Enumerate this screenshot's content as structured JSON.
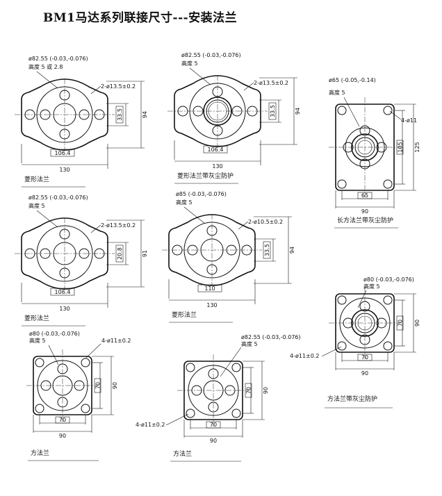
{
  "title": "BM1马达系列联接尺寸---安装法兰",
  "diagrams": [
    {
      "id": "d1",
      "type": "oval",
      "caption": "菱形法兰",
      "pilot": "ø82.55 (-0.03,-0.076)",
      "pilot_height": "高度 5 或 2.8",
      "holes": "2-ø13.5±0.2",
      "dims": [
        "33.5",
        "94",
        "106.4",
        "130"
      ]
    },
    {
      "id": "d2",
      "type": "oval",
      "caption": "菱形法兰带灰尘防护",
      "pilot": "ø82.55 (-0.03,-0.076)",
      "pilot_height": "高度 5",
      "holes": "2-ø13.5±0.2",
      "dims": [
        "33.5",
        "94",
        "106.4",
        "130"
      ]
    },
    {
      "id": "d3",
      "type": "rect",
      "caption": "长方法兰带灰尘防护",
      "pilot": "ø65 (-0.05,-0.14)",
      "pilot_height": "高度 5",
      "holes": "4-ø11",
      "dims": [
        "105",
        "125",
        "65",
        "90"
      ]
    },
    {
      "id": "d4",
      "type": "oval",
      "caption": "菱形法兰",
      "pilot": "ø82.55 (-0.03,-0.076)",
      "pilot_height": "高度 5",
      "holes": "2-ø13.5±0.2",
      "dims": [
        "20.8",
        "91",
        "106.4",
        "130"
      ]
    },
    {
      "id": "d5",
      "type": "oval",
      "caption": "菱形法兰",
      "pilot": "ø85 (-0.03,-0.076)",
      "pilot_height": "高度 5",
      "holes": "2-ø10.5±0.2",
      "dims": [
        "33.5",
        "94",
        "110",
        "130"
      ]
    },
    {
      "id": "d6",
      "type": "square",
      "caption": "方法兰带灰尘防护",
      "pilot": "ø80 (-0.03,-0.076)",
      "pilot_height": "高度 5",
      "holes": "4-ø11±0.2",
      "dims": [
        "70",
        "90",
        "70",
        "90"
      ]
    },
    {
      "id": "d7",
      "type": "square",
      "caption": "方法兰",
      "pilot": "ø80 (-0.03,-0.076)",
      "pilot_height": "高度 5",
      "holes": "4-ø11±0.2",
      "dims": [
        "70",
        "90",
        "70",
        "90"
      ]
    },
    {
      "id": "d8",
      "type": "square",
      "caption": "方法兰",
      "pilot": "ø82.55 (-0.03,-0.076)",
      "pilot_height": "高度 5",
      "holes": "4-ø11±0.2",
      "dims": [
        "70",
        "90",
        "70",
        "90"
      ]
    }
  ]
}
